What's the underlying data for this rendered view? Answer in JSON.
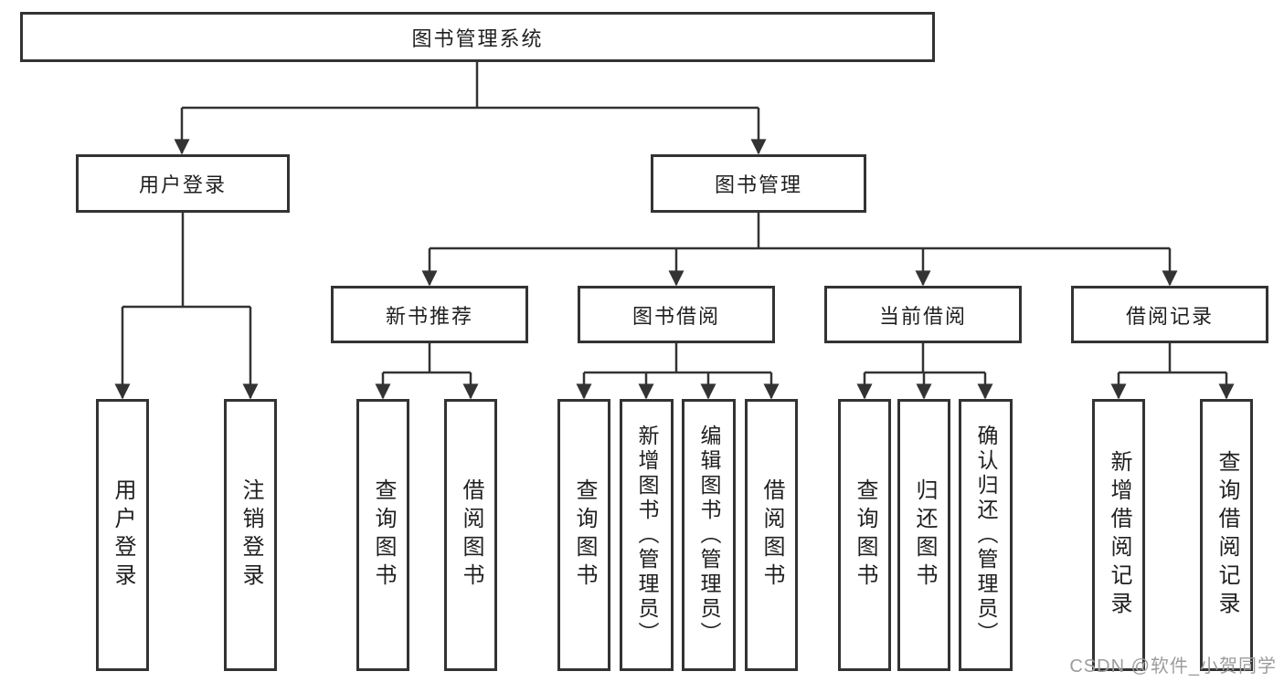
{
  "diagram": {
    "type": "hierarchy-tree",
    "root": {
      "label": "图书管理系统"
    },
    "level2": [
      {
        "label": "用户登录",
        "children": [
          "用户登录",
          "注销登录"
        ]
      },
      {
        "label": "图书管理"
      }
    ],
    "level3": [
      {
        "label": "新书推荐",
        "children": [
          "查询图书",
          "借阅图书"
        ]
      },
      {
        "label": "图书借阅",
        "children": [
          "查询图书",
          "新增图书（管理员）",
          "编辑图书（管理员）",
          "借阅图书"
        ]
      },
      {
        "label": "当前借阅",
        "children": [
          "查询图书",
          "归还图书",
          "确认归还（管理员）"
        ]
      },
      {
        "label": "借阅记录",
        "children": [
          "新增借阅记录",
          "查询借阅记录"
        ]
      }
    ]
  },
  "watermark": {
    "text": "CSDN @软件_小贺同学"
  },
  "colors": {
    "line": "#333333",
    "box_border": "#333333",
    "box_background": "#ffffff",
    "text": "#1f1f1f",
    "watermark": "#9c9c9c",
    "background": "#ffffff"
  }
}
